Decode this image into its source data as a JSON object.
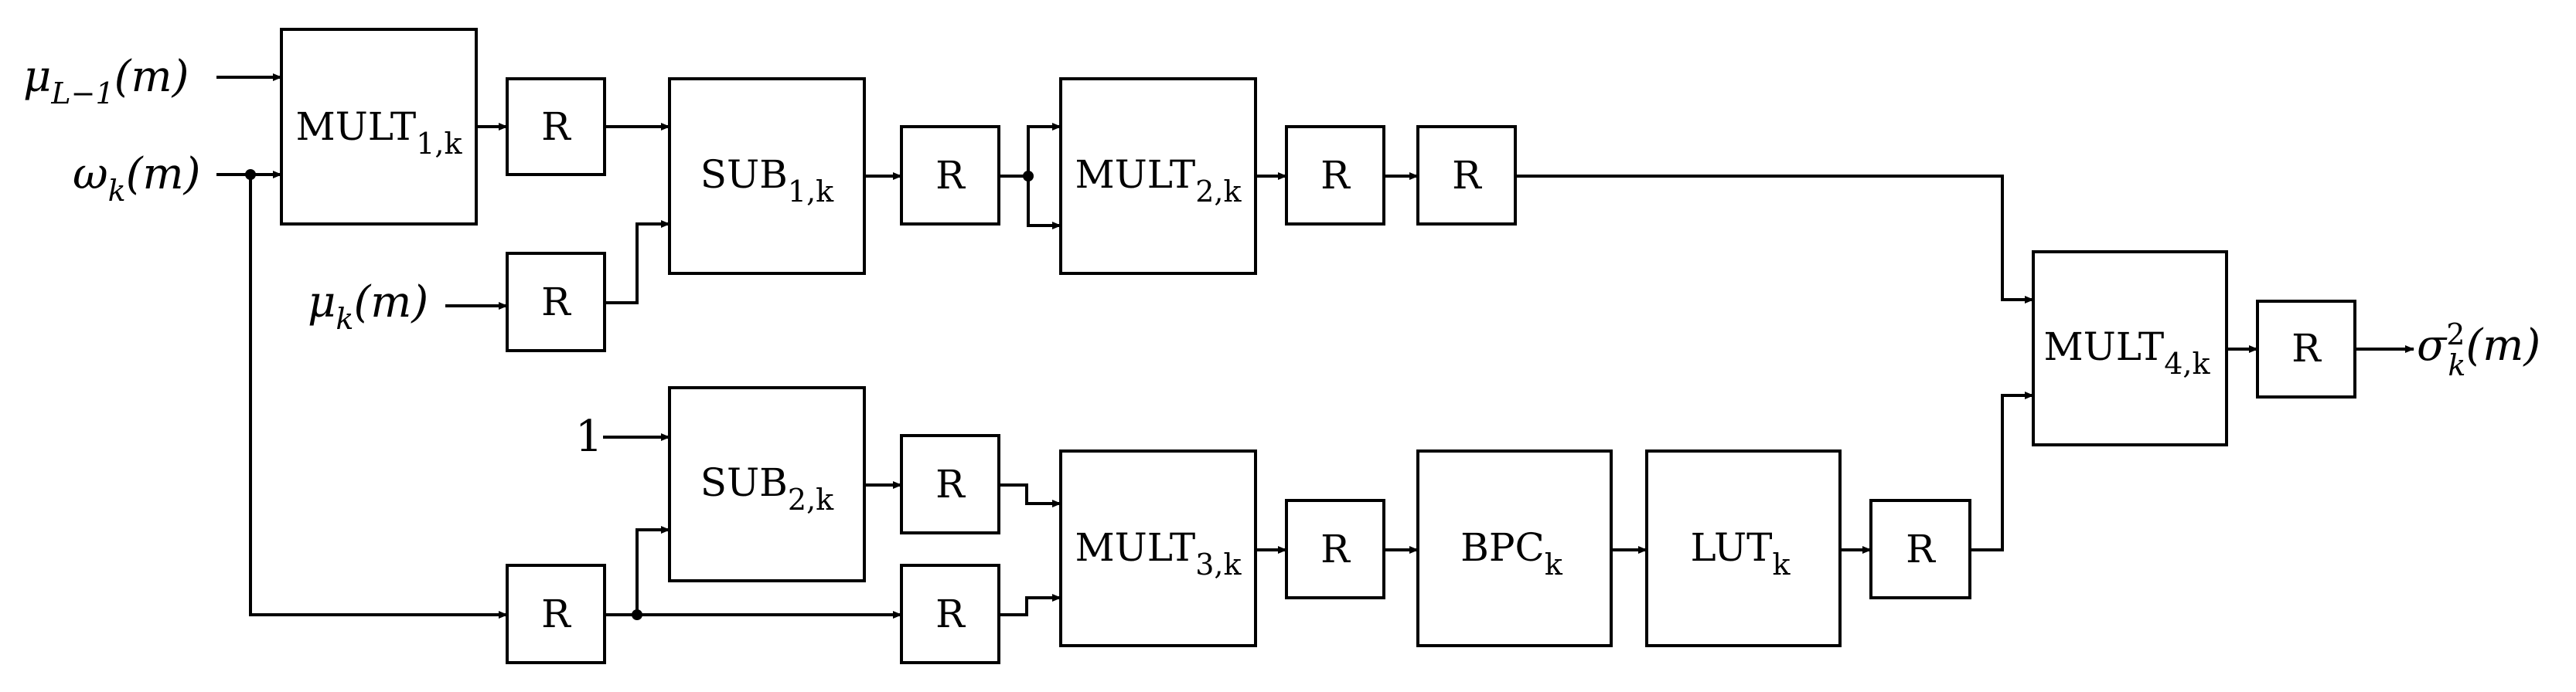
{
  "inputs": {
    "mu_l1": {
      "sym": "μ",
      "sub": "L−1",
      "arg": "(m)"
    },
    "omega": {
      "sym": "ω",
      "sub": "k",
      "arg": "(m)"
    },
    "mu_k": {
      "sym": "μ",
      "sub": "k",
      "arg": "(m)"
    },
    "one": "1"
  },
  "output": {
    "sym": "σ",
    "sup": "2",
    "sub": "k",
    "arg": "(m)"
  },
  "blocks": {
    "mult1": {
      "name": "MULT",
      "sub": "1,k"
    },
    "sub1": {
      "name": "SUB",
      "sub": "1,k"
    },
    "mult2": {
      "name": "MULT",
      "sub": "2,k"
    },
    "sub2": {
      "name": "SUB",
      "sub": "2,k"
    },
    "mult3": {
      "name": "MULT",
      "sub": "3,k"
    },
    "bpc": {
      "name": "BPC",
      "sub": "k"
    },
    "lut": {
      "name": "LUT",
      "sub": "k"
    },
    "mult4": {
      "name": "MULT",
      "sub": "4,k"
    },
    "register": "R"
  },
  "colors": {
    "line": "#000000",
    "background": "#ffffff"
  }
}
